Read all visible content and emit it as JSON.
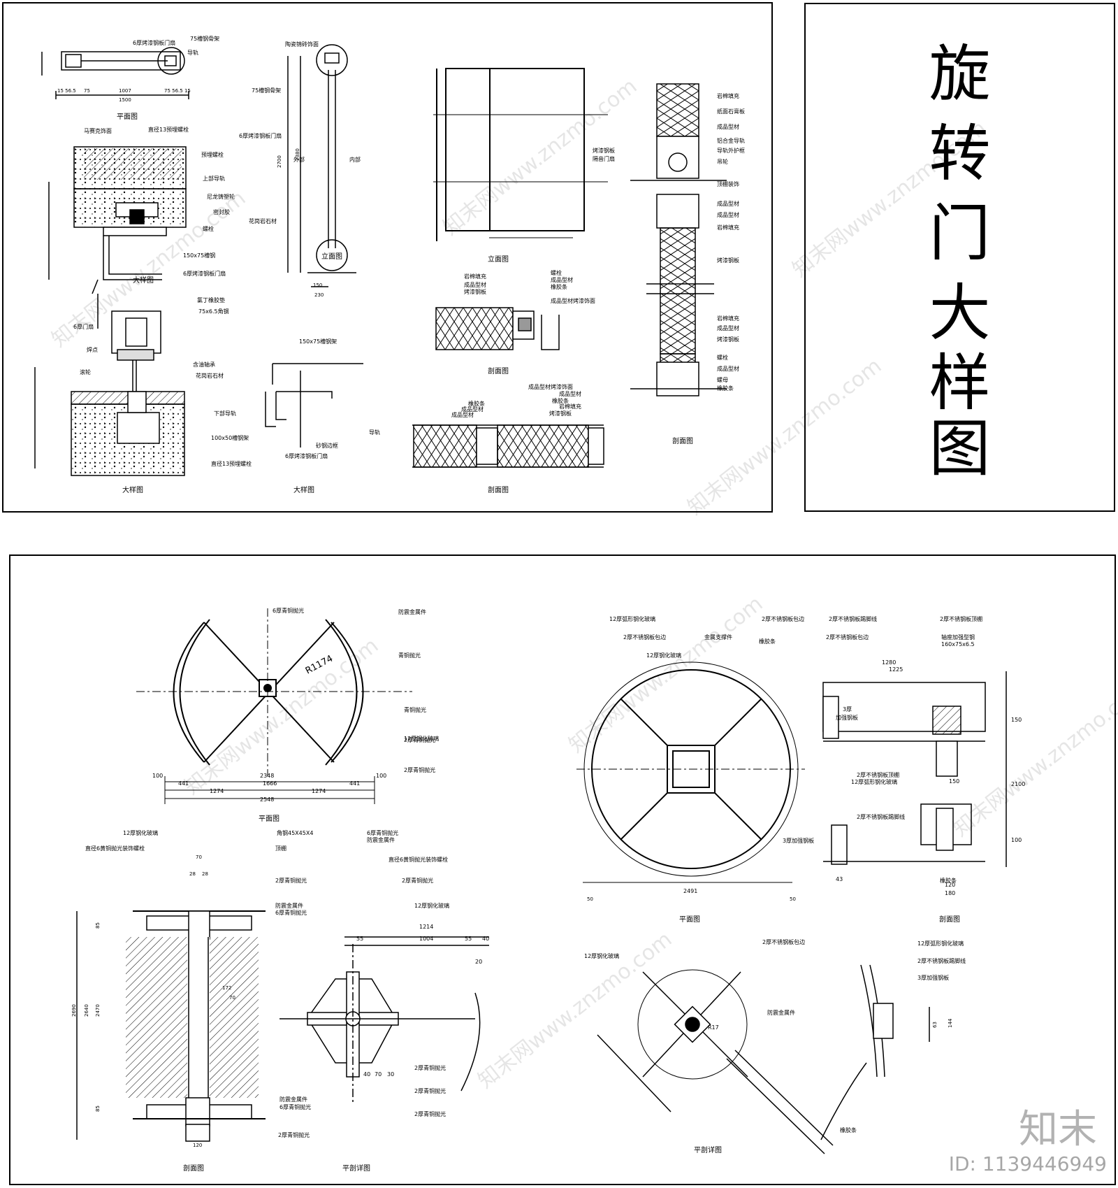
{
  "title_chars": [
    "旋",
    "转",
    "门",
    "大",
    "样",
    "图"
  ],
  "watermark": "知末网www.znzmo.com",
  "logo": "知末",
  "id_text": "ID: 1139446949",
  "top": {
    "plan_caption": "平面图",
    "plan_labels": [
      "6厚烤漆钢板门扇",
      "75槽钢骨架",
      "导轨"
    ],
    "plan_dims": [
      "1007",
      "1500",
      "15 56.5",
      "75",
      "75 56.5 15"
    ],
    "detA_caption": "大样图",
    "detA_labels": [
      "马赛克饰面",
      "直径13预埋螺栓",
      "预埋螺栓",
      "上部导轨",
      "尼龙铸塑轮",
      "密封胶",
      "螺栓",
      "150x75槽钢",
      "6厚烤漆钢板门扇"
    ],
    "detB_caption": "大样图",
    "detB_labels": [
      "氯丁橡胶垫",
      "75x6.5角钢",
      "6厚门扇",
      "焊点",
      "滚轮",
      "含油轴承",
      "花岗岩石材",
      "下部导轨",
      "100x50槽钢架",
      "直径13预埋螺栓"
    ],
    "elev_caption": "立面图",
    "elev_labels": [
      "陶瓷锦砖饰面",
      "75槽钢骨架",
      "6厚烤漆钢板门扇",
      "外部",
      "内部",
      "花岗岩石材"
    ],
    "elev_dims": [
      "2700",
      "2380",
      "150",
      "230"
    ],
    "detC_caption": "大样图",
    "detC_labels": [
      "150x75槽钢架",
      "6厚烤漆钢板门扇",
      "砂钢边框",
      "导轨"
    ],
    "elev2_caption": "立面图",
    "elev2_labels": [
      "烤漆钢板",
      "隔音门扇"
    ],
    "secB_caption": "剖面图",
    "secB_labels": [
      "岩棉填充",
      "成品型材",
      "烤漆钢板",
      "螺栓",
      "成品型材",
      "橡胶条",
      "成品型材烤漆饰面"
    ],
    "secC_caption": "剖面图",
    "secC_labels": [
      "橡胶条",
      "成品型材",
      "成品型材",
      "成品型材烤漆饰面",
      "成品型材",
      "橡胶条",
      "岩棉填充",
      "烤漆钢板"
    ],
    "secA_caption": "剖面图",
    "secA_labels": [
      "岩棉填充",
      "纸面石膏板",
      "成品型材",
      "铝合金导轨",
      "导轨外护框",
      "吊轮",
      "顶棚装饰",
      "成品型材",
      "成品型材",
      "岩棉填充",
      "烤漆钢板",
      "岩棉填充",
      "成品型材",
      "烤漆钢板",
      "螺栓",
      "成品型材",
      "螺母",
      "橡胶条"
    ]
  },
  "bottom": {
    "plan1_caption": "平面图",
    "plan1_labels": [
      "6厚青铜抛光",
      "防震金属件",
      "青铜抛光",
      "青铜抛光",
      "12厚钢化玻璃",
      "2厚青铜抛光",
      "2厚青铜抛光"
    ],
    "plan1_radius": "R1174",
    "plan1_dims": [
      "100",
      "2348",
      "100",
      "441",
      "1666",
      "441",
      "1274",
      "1274",
      "2548"
    ],
    "sec1_caption": "剖面图",
    "sec1_labels": [
      "12厚钢化玻璃",
      "直径6黄铜抛光装饰螺栓",
      "角钢45X45X4",
      "顶棚",
      "2厚青铜抛光",
      "防震金属件",
      "6厚青铜抛光",
      "防震金属件",
      "6厚青铜抛光",
      "2厚青铜抛光"
    ],
    "sec1_dims": [
      "70",
      "28",
      "28",
      "2690",
      "2640",
      "2470",
      "85",
      "85",
      "120",
      "172",
      "70"
    ],
    "detail_caption": "平剖详图",
    "detail_labels": [
      "6厚青铜抛光",
      "防震金属件",
      "直径6黄铜抛光装饰螺栓",
      "2厚青铜抛光",
      "12厚钢化玻璃",
      "2厚青铜抛光",
      "2厚青铜抛光",
      "2厚青铜抛光"
    ],
    "detail_dims": [
      "1214",
      "55",
      "1004",
      "55",
      "40",
      "20",
      "40",
      "70",
      "30"
    ],
    "plan2_caption": "平面图",
    "plan2_labels": [
      "12厚弧形钢化玻璃",
      "2厚不锈钢板包边",
      "12厚钢化玻璃",
      "金属支撑件",
      "2厚不锈钢板包边",
      "橡胶条",
      "2厚不锈钢板踢脚线",
      "2厚不锈钢板包边"
    ],
    "plan2_dims": [
      "2491",
      "50",
      "50"
    ],
    "sec2_caption": "剖面图",
    "sec2_labels": [
      "2厚不锈钢板顶棚",
      "轴座加强型钢",
      "160x75x6.5",
      "3厚",
      "加强钢板",
      "2厚不锈钢板顶棚",
      "12厚弧形钢化玻璃",
      "2厚不锈钢板踢脚线",
      "3厚加强钢板",
      "橡胶条"
    ],
    "sec2_dims": [
      "1280",
      "1225",
      "150",
      "2100",
      "100",
      "150",
      "120",
      "180",
      "43"
    ],
    "detail2_caption": "平剖详图",
    "detail2_labels": [
      "12厚钢化玻璃",
      "2厚不锈钢板包边",
      "防震金属件",
      "橡胶条",
      "R17"
    ],
    "detail3_labels": [
      "12厚弧形钢化玻璃",
      "2厚不锈钢板踢脚线",
      "3厚加强钢板"
    ],
    "detail3_dims": [
      "63",
      "144"
    ]
  }
}
